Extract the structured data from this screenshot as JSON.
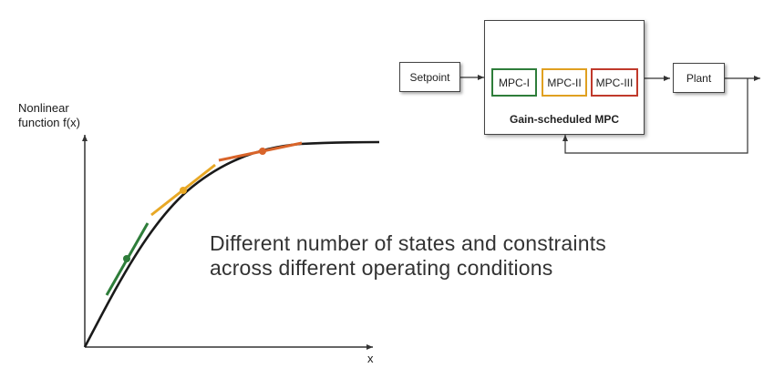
{
  "plot": {
    "ylabel_line1": "Nonlinear",
    "ylabel_line2": "function f(x)",
    "xlabel": "x"
  },
  "caption": {
    "line1": "Different number of states and constraints",
    "line2": "across different operating conditions"
  },
  "diagram": {
    "setpoint": "Setpoint",
    "plant": "Plant",
    "controller_label": "Gain-scheduled MPC",
    "mpc": [
      {
        "label": "MPC-I",
        "color": "#2e7d3a"
      },
      {
        "label": "MPC-II",
        "color": "#e0a020"
      },
      {
        "label": "MPC-III",
        "color": "#c0392b"
      }
    ]
  },
  "colors": {
    "curve": "#1a1a1a",
    "green": "#2e7d3a",
    "yellow": "#e8a825",
    "orange": "#d8642a"
  }
}
